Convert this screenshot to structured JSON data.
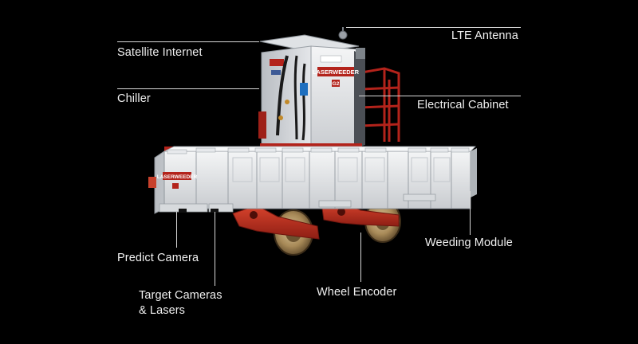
{
  "brand": {
    "name": "LASERWEEDER",
    "badge": "G2",
    "colors": {
      "background": "#000000",
      "body": "#eceef0",
      "frame": "#b3231b",
      "label_text": "#f0f0f0",
      "leader": "#d8d8d8"
    }
  },
  "callouts": {
    "satellite": "Satellite Internet",
    "lte": "LTE Antenna",
    "chiller": "Chiller",
    "cabinet": "Electrical Cabinet",
    "predict": "Predict Camera",
    "target_line1": "Target Cameras",
    "target_line2": "& Lasers",
    "wheel": "Wheel Encoder",
    "weeding": "Weeding Module"
  }
}
